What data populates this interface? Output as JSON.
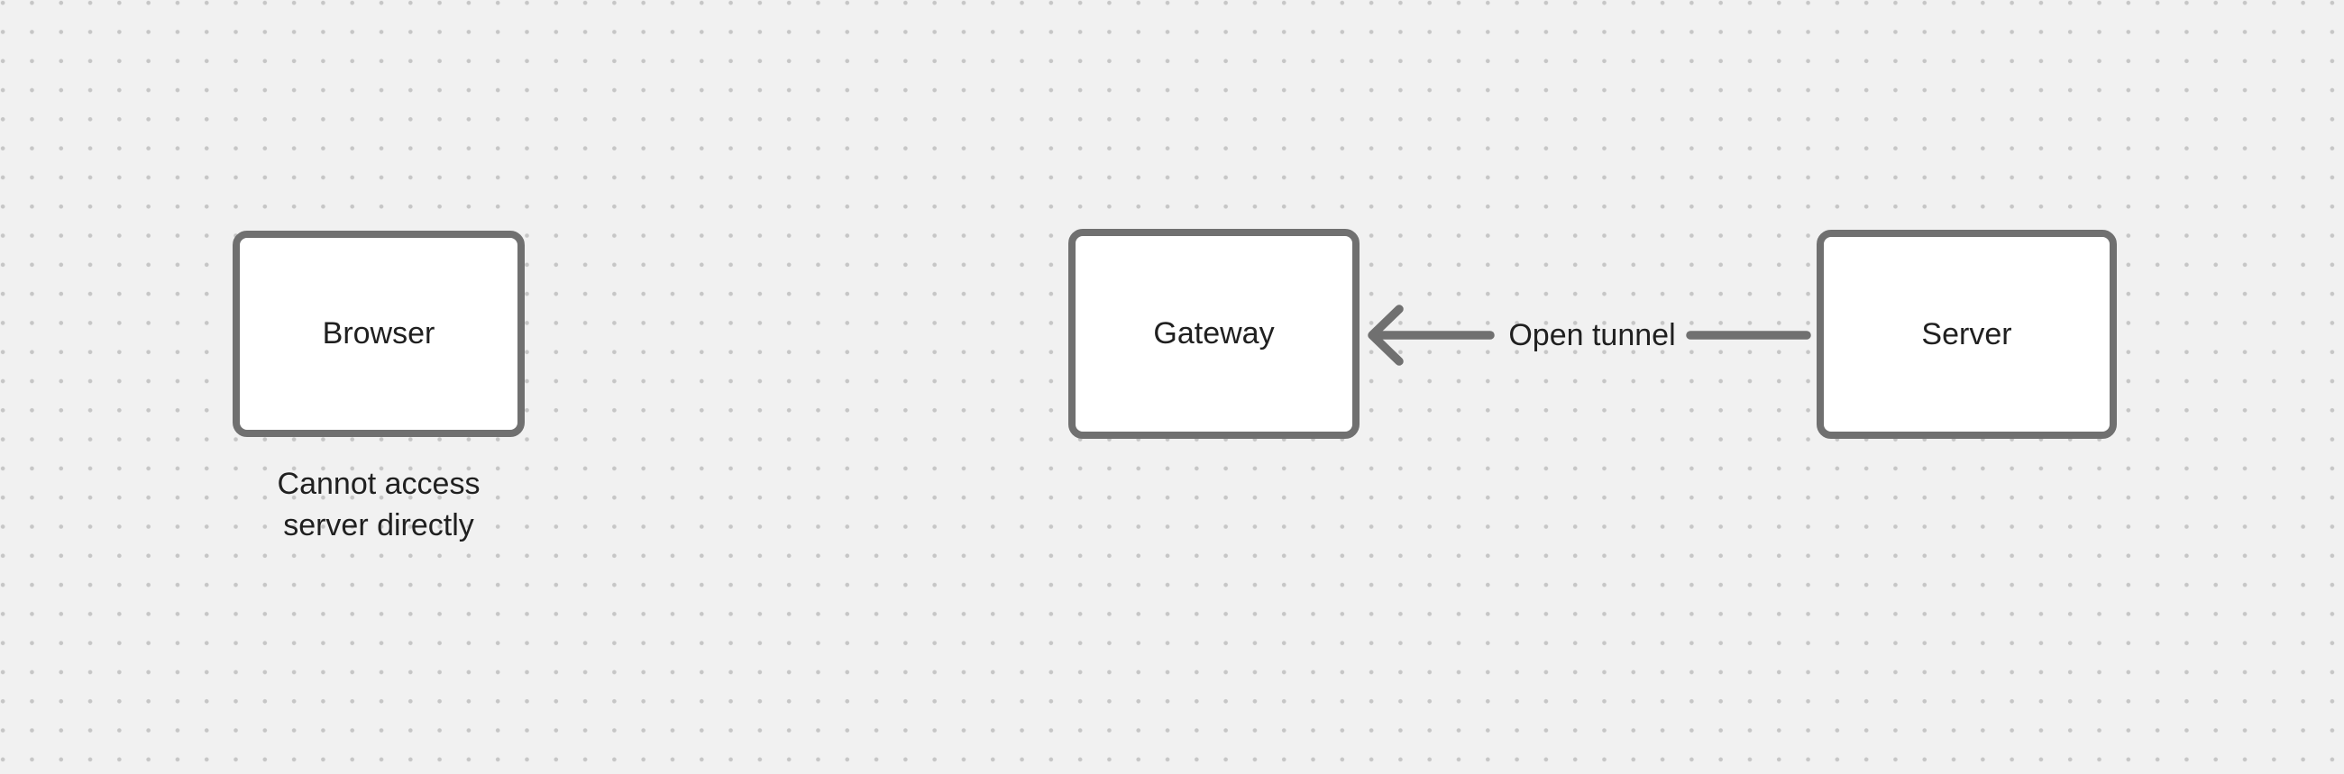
{
  "diagram": {
    "nodes": {
      "browser": {
        "label": "Browser"
      },
      "gateway": {
        "label": "Gateway"
      },
      "server": {
        "label": "Server"
      }
    },
    "caption": {
      "lines": [
        "Cannot access",
        "server directly"
      ]
    },
    "edge": {
      "label": "Open tunnel",
      "from": "server",
      "to": "gateway",
      "direction": "right-to-left"
    }
  },
  "colors": {
    "canvas-bg": "#f1f1f1",
    "grid-dot": "#c6c6c6",
    "shape-stroke": "#707070",
    "shape-fill": "#ffffff",
    "text": "#202020"
  }
}
